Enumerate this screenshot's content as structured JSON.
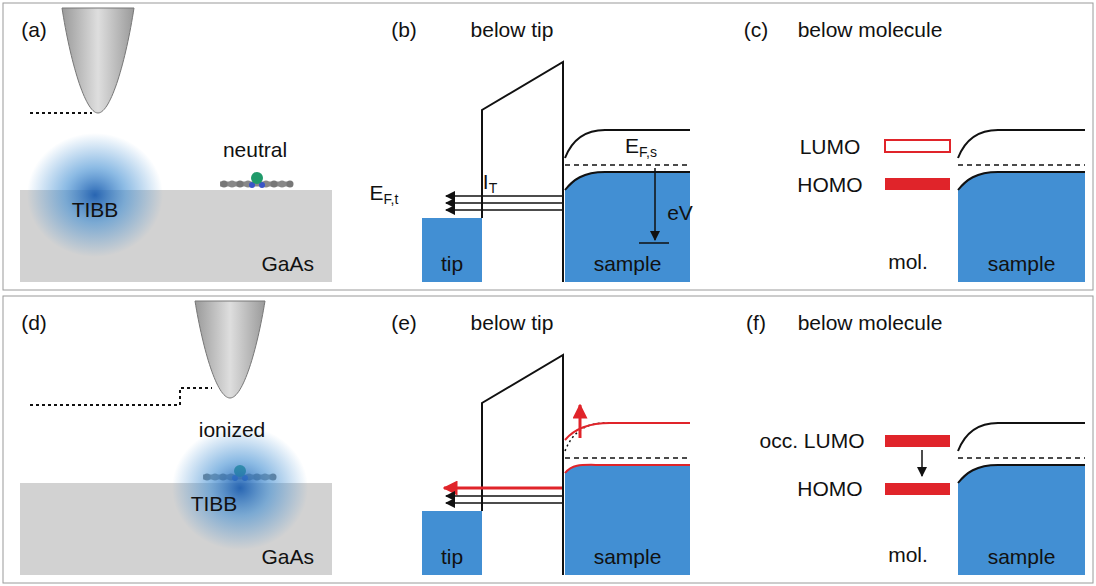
{
  "diagram": {
    "nodes": [
      {
        "text": [
          "GaAs"
        ]
      },
      {
        "text": [
          "tip"
        ]
      },
      {
        "text": [
          "sample"
        ]
      },
      {
        "text": [
          "sample"
        ]
      },
      {
        "text": [
          "GaAs"
        ]
      },
      {
        "text": [
          "tip"
        ]
      },
      {
        "text": [
          "sample"
        ]
      },
      {
        "text": [
          "sample"
        ]
      }
    ],
    "labels": [
      "(a)",
      "neutral",
      "TIBB",
      "(b)",
      "below tip",
      "EF,t",
      "IT",
      "EF,s",
      "eV",
      "(c)",
      "below molecule",
      "LUMO",
      "HOMO",
      "mol.",
      "(d)",
      "ionized",
      "TIBB",
      "(e)",
      "below tip",
      "(f)",
      "below molecule",
      "occ. LUMO",
      "HOMO",
      "mol."
    ]
  }
}
